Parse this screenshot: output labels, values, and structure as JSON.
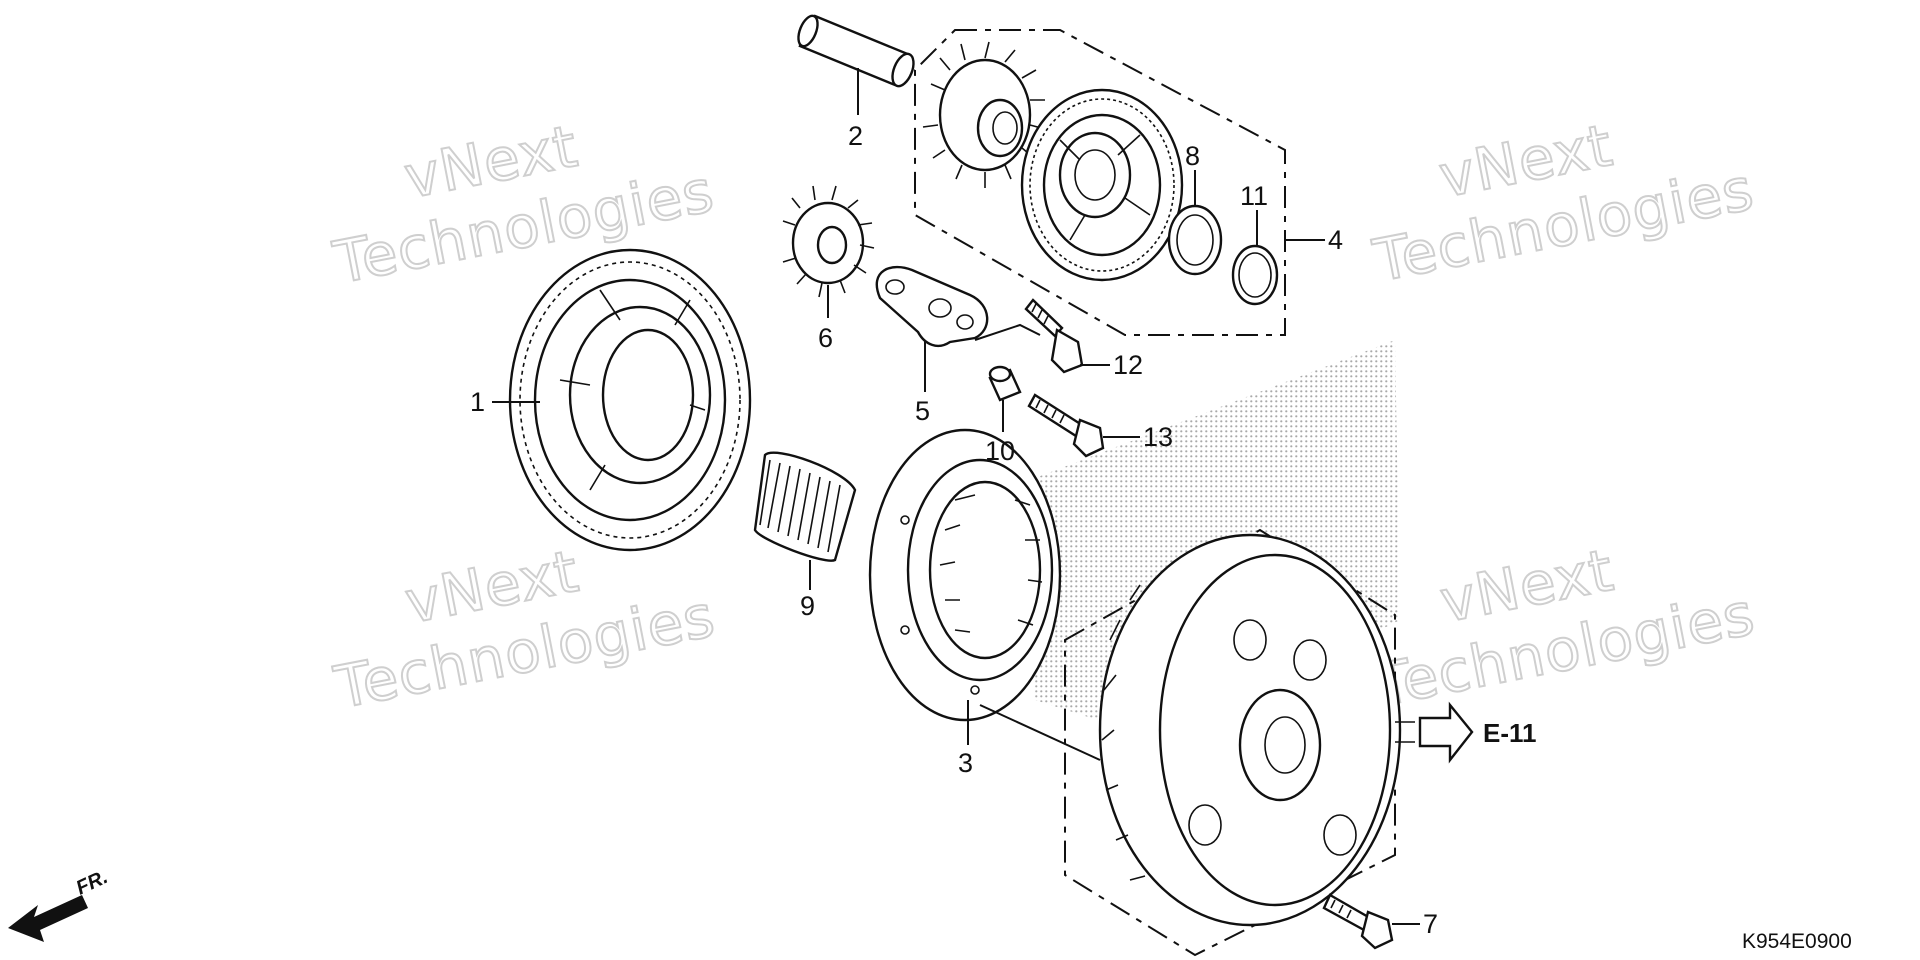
{
  "diagram": {
    "callouts": [
      "1",
      "2",
      "3",
      "4",
      "5",
      "6",
      "7",
      "8",
      "9",
      "10",
      "11",
      "12",
      "13"
    ],
    "reference": {
      "label": "E-11"
    },
    "diagram_code": "K954E0900",
    "direction_label": "FR.",
    "watermark": {
      "line1": "vNext",
      "line2": "Technologies"
    }
  }
}
